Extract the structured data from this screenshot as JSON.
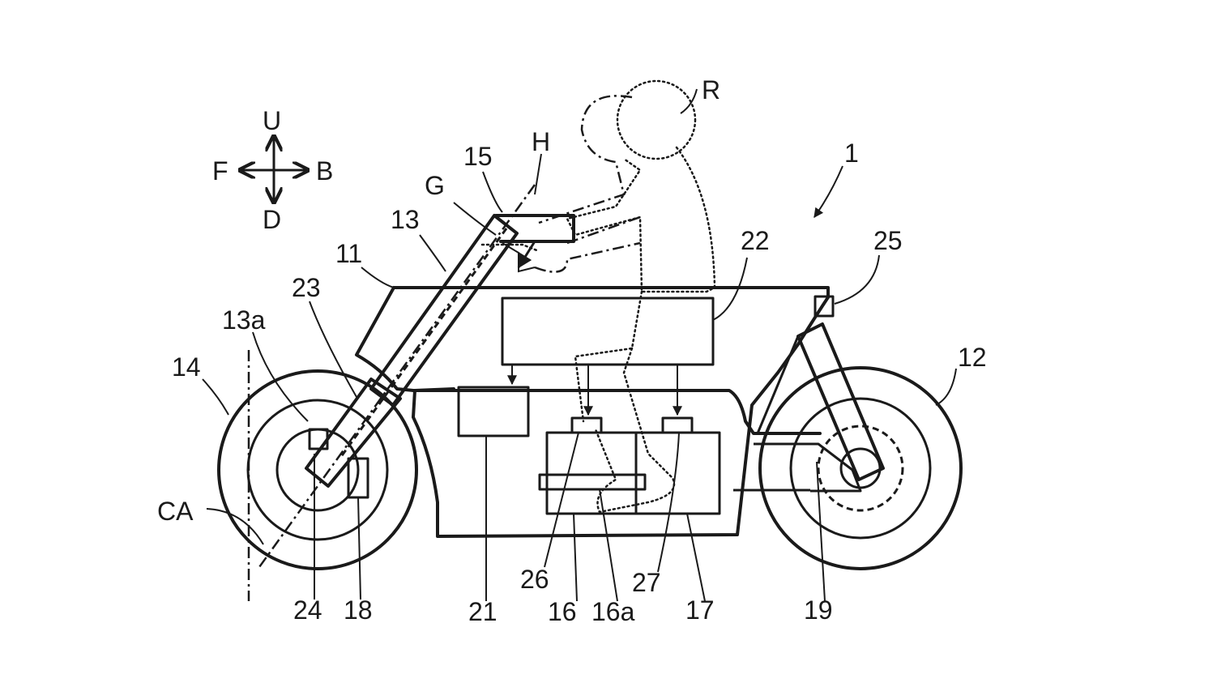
{
  "directions": {
    "up": "U",
    "down": "D",
    "front": "F",
    "back": "B"
  },
  "labels": {
    "l1": "1",
    "R": "R",
    "H": "H",
    "G": "G",
    "l11": "11",
    "l12": "12",
    "l13": "13",
    "l13a": "13a",
    "l14": "14",
    "l15": "15",
    "l16": "16",
    "l16a": "16a",
    "l17": "17",
    "l18": "18",
    "l19": "19",
    "l21": "21",
    "l22": "22",
    "l23": "23",
    "l24": "24",
    "l25": "25",
    "l26": "26",
    "l27": "27",
    "CA": "CA"
  }
}
